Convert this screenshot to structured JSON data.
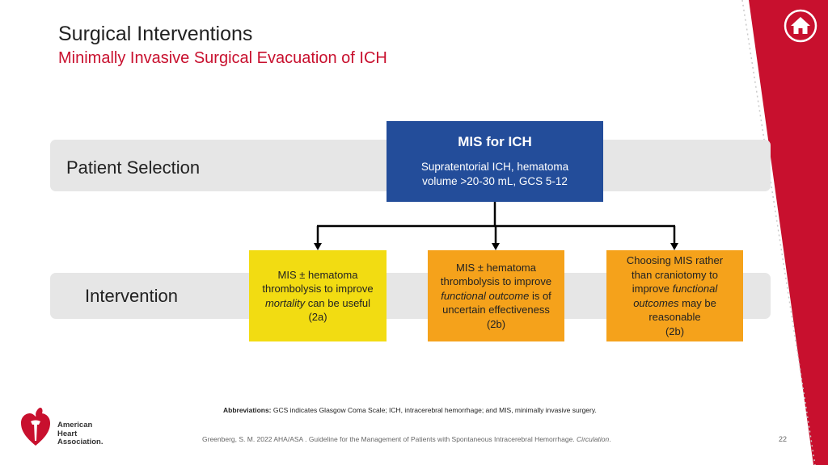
{
  "header": {
    "title": "Surgical Interventions",
    "subtitle": "Minimally Invasive Surgical Evacuation of ICH"
  },
  "bands": {
    "selection_label": "Patient Selection",
    "intervention_label": "Intervention"
  },
  "top_box": {
    "heading": "MIS for ICH",
    "line1": "Supratentorial ICH, hematoma",
    "line2": "volume >20-30 mL, GCS 5-12"
  },
  "recommendations": [
    {
      "parts": [
        [
          "MIS ± hematoma",
          ""
        ],
        [
          "thrombolysis to improve",
          ""
        ],
        [
          "mortality",
          " can be useful"
        ],
        [
          "(2a)",
          ""
        ]
      ],
      "class": "2a"
    },
    {
      "parts": [
        [
          "MIS ± hematoma",
          ""
        ],
        [
          "thrombolysis to improve",
          ""
        ],
        [
          "functional outcome",
          " is of"
        ],
        [
          "uncertain effectiveness",
          ""
        ],
        [
          "(2b)",
          ""
        ]
      ],
      "class": "2b"
    },
    {
      "parts": [
        [
          "Choosing MIS rather",
          ""
        ],
        [
          "than craniotomy to",
          ""
        ],
        [
          "improve ",
          "functional"
        ],
        [
          "outcomes",
          " may be"
        ],
        [
          "reasonable",
          ""
        ],
        [
          "(2b)",
          ""
        ]
      ],
      "class": "2b"
    }
  ],
  "abbreviations": {
    "label": "Abbreviations:",
    "text": " GCS indicates Glasgow Coma Scale; ICH, intracerebral hemorrhage; and MIS, minimally invasive surgery."
  },
  "footer": {
    "citation": "Greenberg, S. M. 2022 AHA/ASA . Guideline for the Management of Patients with Spontaneous Intracerebral Hemorrhage. ",
    "journal": "Circulation",
    "page_number": "22"
  },
  "logo": {
    "line1": "American",
    "line2": "Heart",
    "line3": "Association."
  },
  "colors": {
    "accent_red": "#c8102e",
    "top_box_blue": "#234d9a",
    "yellow": "#f2dc12",
    "orange": "#f5a21b",
    "band_gray": "#e6e6e6"
  },
  "icons": {
    "home": "home-icon",
    "logo": "heart-torch-logo-icon"
  }
}
